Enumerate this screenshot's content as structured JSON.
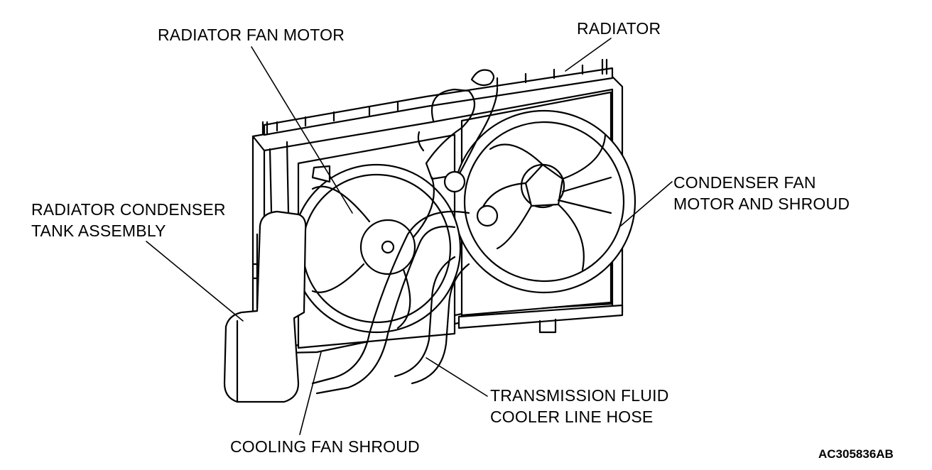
{
  "labels": {
    "radiator_fan_motor": "RADIATOR FAN MOTOR",
    "radiator": "RADIATOR",
    "condenser_fan_line1": "CONDENSER FAN",
    "condenser_fan_line2": "MOTOR AND SHROUD",
    "condenser_tank_line1": "RADIATOR CONDENSER",
    "condenser_tank_line2": "TANK ASSEMBLY",
    "transmission_line1": "TRANSMISSION FLUID",
    "transmission_line2": "COOLER LINE HOSE",
    "cooling_fan_shroud": "COOLING FAN SHROUD"
  },
  "figure_code": "AC305836AB",
  "colors": {
    "ink": "#000000",
    "paper": "#ffffff"
  }
}
